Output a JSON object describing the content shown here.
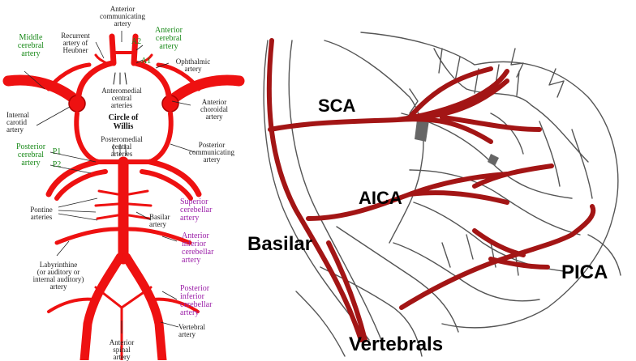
{
  "left_diagram": {
    "title": "Circle of\nWillis",
    "labels": {
      "acomm": "Anterior\ncommunicating\nartery",
      "recurrent": "Recurrent\nartery of\nHeubner",
      "a2": "A2",
      "a1": "A1",
      "aca": "Anterior\ncerebral\nartery",
      "mca": "Middle\ncerebral\nartery",
      "ophthalmic": "Ophthalmic\nartery",
      "anteromedial": "Anteromedial\ncentral\narteries",
      "ica": "Internal\ncarotid\nartery",
      "anterior_choroidal": "Anterior\nchoroidal\nartery",
      "posteromedial": "Posteromedial\ncentral\narteries",
      "pca": "Posterior\ncerebral\nartery",
      "p1": "P1",
      "p2": "P2",
      "pcomm": "Posterior\ncommunicating\nartery",
      "sca": "Superior\ncerebellar\nartery",
      "pontine": "Pontine\narteries",
      "basilar": "Basilar\nartery",
      "aica": "Anterior\ninferior\ncerebellar\nartery",
      "labyrinthine": "Labyrinthine\n(or auditory or\ninternal auditory)\nartery",
      "pica": "Posterior\ninferior\ncerebellar\nartery",
      "vertebral": "Vertebral\nartery",
      "anterior_spinal": "Anterior\nspinal\nartery"
    }
  },
  "right_diagram": {
    "labels": {
      "sca": "SCA",
      "aica": "AICA",
      "basilar": "Basilar",
      "pica": "PICA",
      "vertebrals": "Vertebrals"
    }
  },
  "colors": {
    "artery_left": "#ee1111",
    "artery_right": "#a31515",
    "outline": "#555555",
    "green_label": "#1a8a1a",
    "purple_label": "#9b1fa8"
  }
}
